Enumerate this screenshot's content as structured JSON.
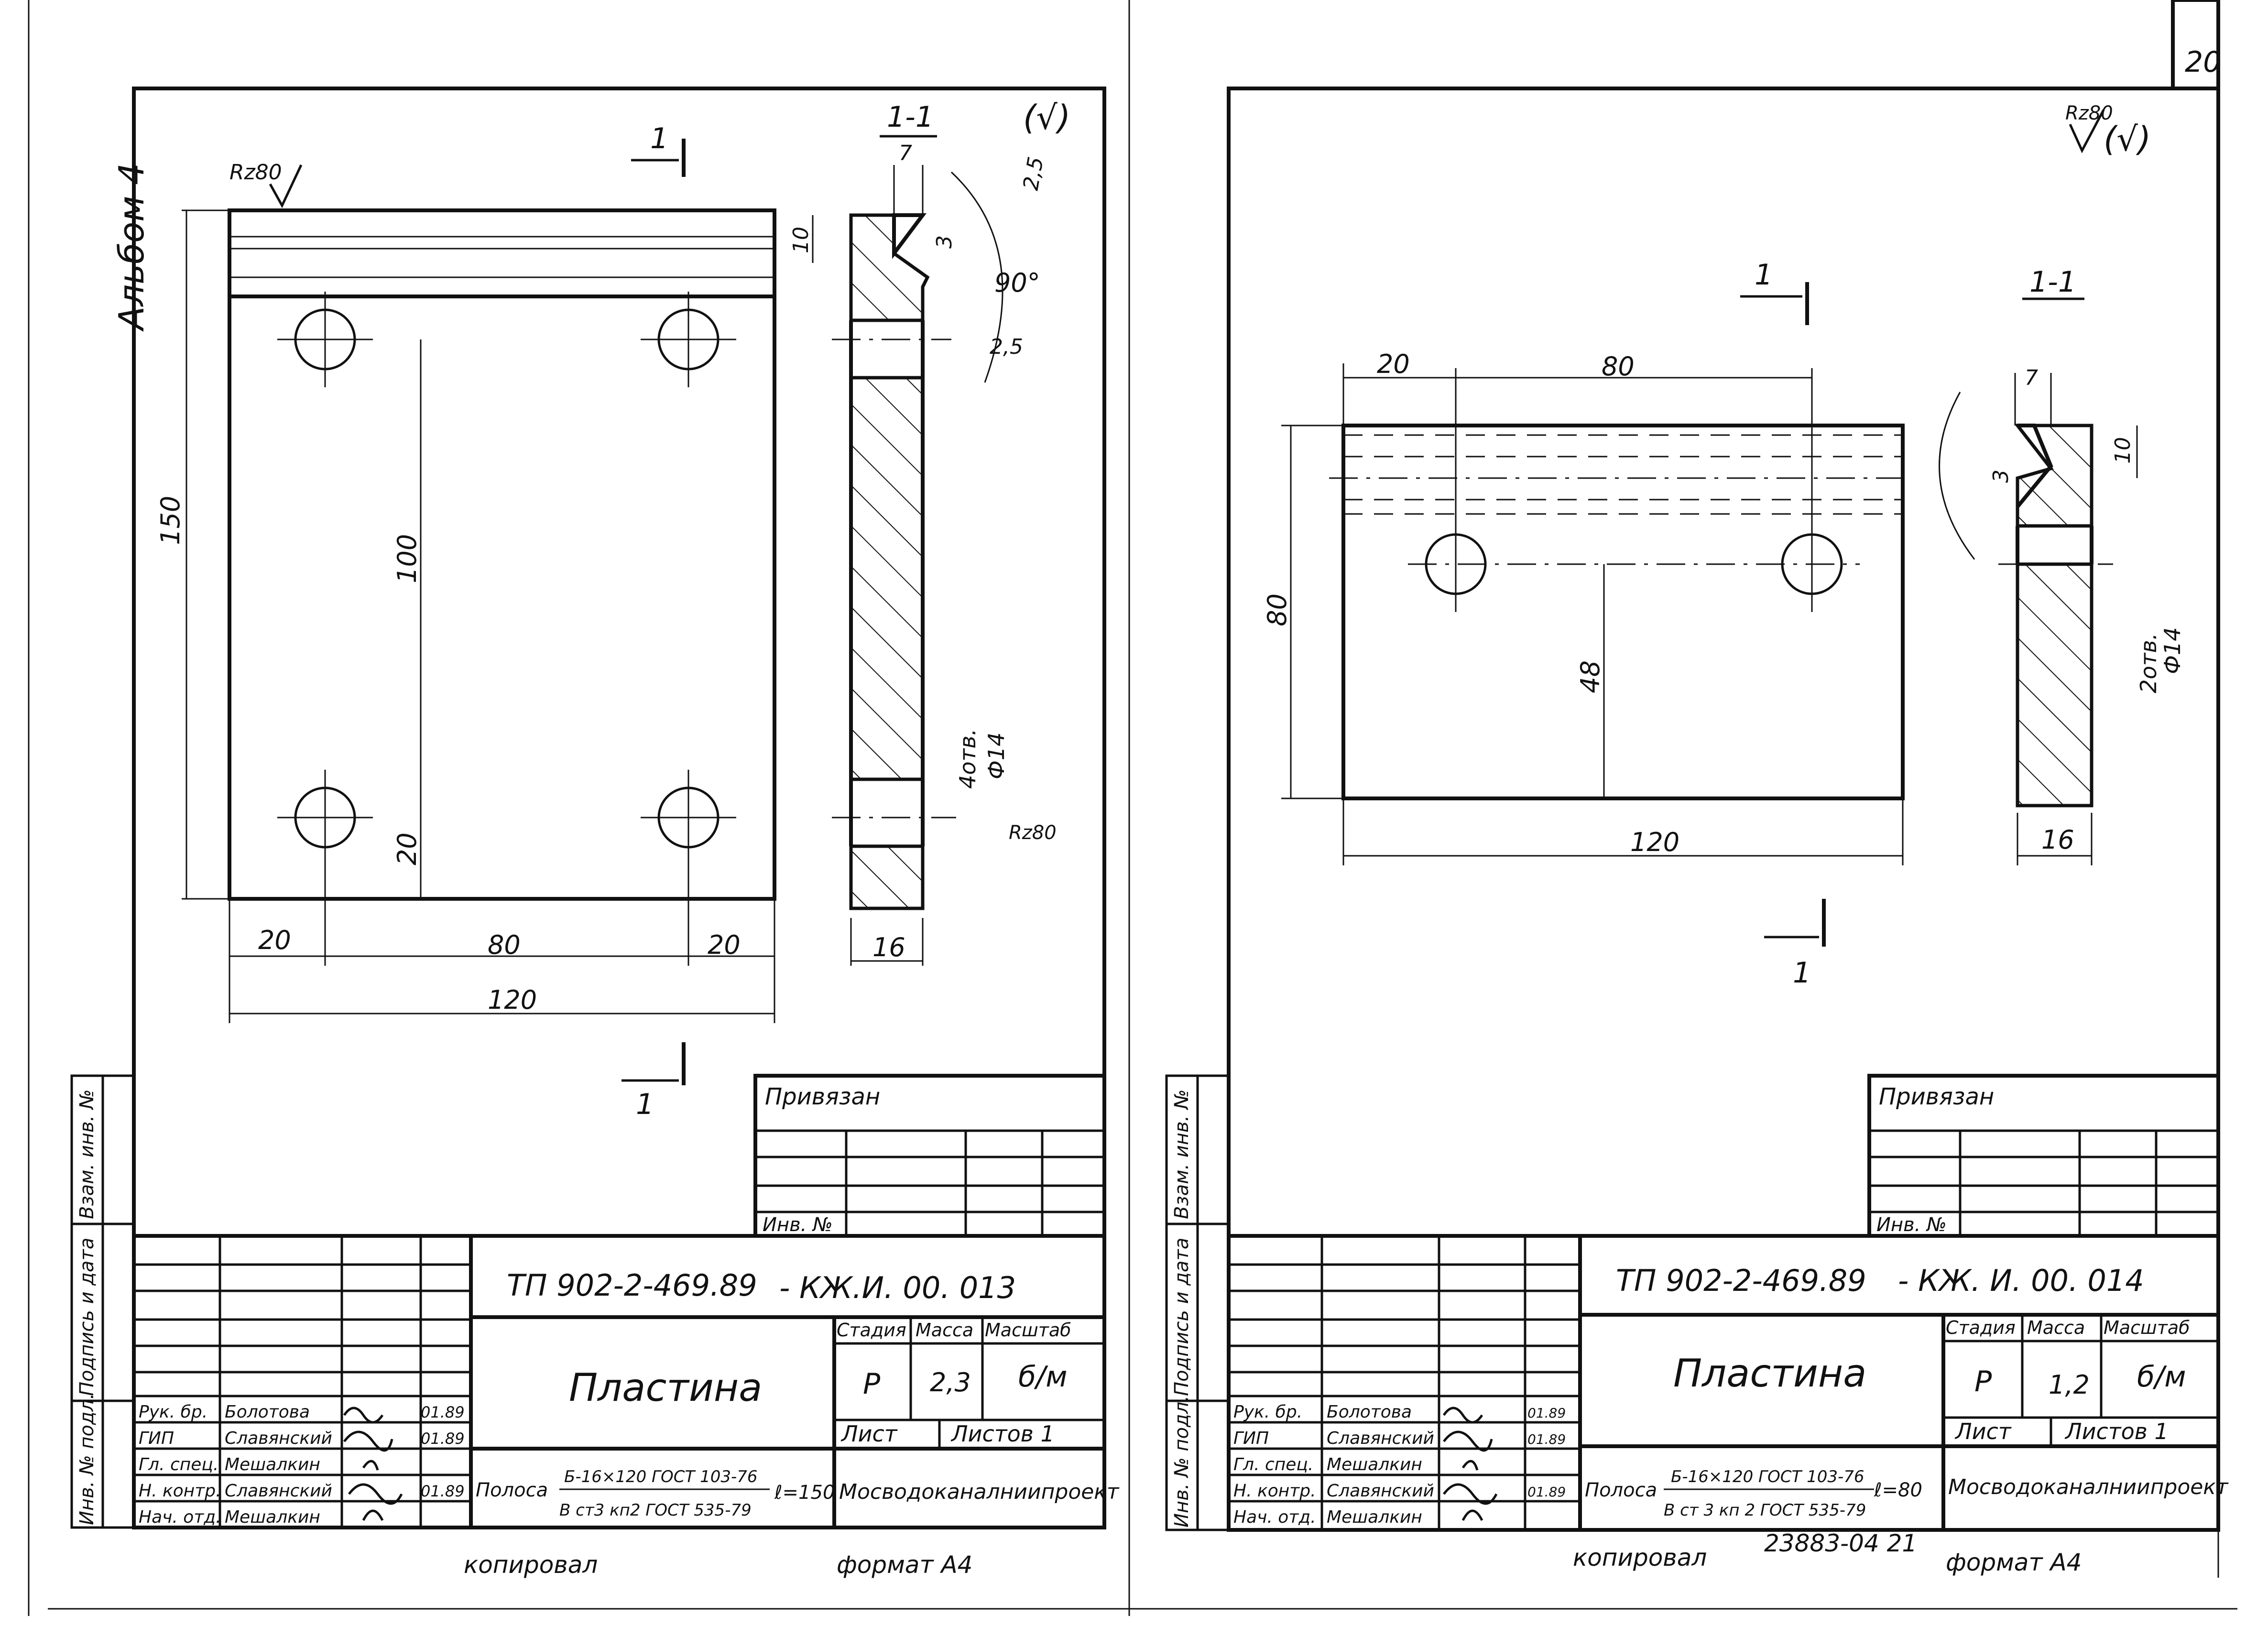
{
  "page_number": "20",
  "album_label": "Альбом 4",
  "copied_by": "копировал",
  "archive_code": "23883-04 21",
  "side_labels": [
    "Инв. № подл.",
    "Подпись и дата",
    "Взам. инв. №"
  ],
  "left": {
    "drawing_code": "ТП 902-2-469.89",
    "sheet_code": "- КЖ.И. 00. 013",
    "title": "Пластина",
    "section_label": "1-1",
    "cut_mark": "1",
    "roughness": "Rz80",
    "roughness_sign": "(√)",
    "stage_header": "Стадия",
    "mass_header": "Масса",
    "scale_header": "Масштаб",
    "stage": "Р",
    "mass": "2,3",
    "scale": "б/м",
    "sheet_label": "Лист",
    "sheets_label": "Листов 1",
    "material_prefix": "Полоса",
    "material_top": "Б-16×120 ГОСТ 103-76",
    "material_bottom": "В ст3 кп2 ГОСТ 535-79",
    "length": "ℓ=150",
    "organization": "Мосводоканалниипроект",
    "bound_label": "Привязан",
    "inv_label": "Инв. №",
    "format": "формат А4",
    "dims": {
      "total_h": "150",
      "hole_spacing": "100",
      "edge": "20",
      "w_left": "20",
      "w_mid": "80",
      "w_right": "20",
      "total_w": "120",
      "groove_w": "7",
      "groove_d": "10",
      "groove_h": "3",
      "chamfer_a": "2,5",
      "chamfer_b": "2,5",
      "angle": "90°",
      "thick": "16",
      "holes": "4отв.",
      "hole_d": "Ф14"
    },
    "signatures": [
      {
        "role": "Рук. бр.",
        "name": "Болотова",
        "date": "01.89"
      },
      {
        "role": "ГИП",
        "name": "Славянский",
        "date": "01.89"
      },
      {
        "role": "Гл. спец.",
        "name": "Мешалкин",
        "date": ""
      },
      {
        "role": "Н. контр.",
        "name": "Славянский",
        "date": "01.89"
      },
      {
        "role": "Нач. отд.",
        "name": "Мешалкин",
        "date": ""
      }
    ]
  },
  "right": {
    "drawing_code": "ТП 902-2-469.89",
    "sheet_code": "- КЖ. И. 00. 014",
    "title": "Пластина",
    "section_label": "1-1",
    "cut_mark": "1",
    "roughness": "Rz80",
    "roughness_sign": "(√)",
    "stage_header": "Стадия",
    "mass_header": "Масса",
    "scale_header": "Масштаб",
    "stage": "Р",
    "mass": "1,2",
    "scale": "б/м",
    "sheet_label": "Лист",
    "sheets_label": "Листов 1",
    "material_prefix": "Полоса",
    "material_top": "Б-16×120 ГОСТ 103-76",
    "material_bottom": "В ст 3 кп 2 ГОСТ 535-79",
    "length": "ℓ=80",
    "organization": "Мосводоканалниипроект",
    "bound_label": "Привязан",
    "inv_label": "Инв. №",
    "format": "формат А4",
    "dims": {
      "edge": "20",
      "span": "80",
      "total_h": "80",
      "hole_height": "48",
      "total_w": "120",
      "groove_w": "7",
      "groove_d": "10",
      "groove_h": "3",
      "thick": "16",
      "holes": "2отв.",
      "hole_d": "Ф14"
    },
    "signatures": [
      {
        "role": "Рук. бр.",
        "name": "Болотова",
        "date": "01.89"
      },
      {
        "role": "ГИП",
        "name": "Славянский",
        "date": "01.89"
      },
      {
        "role": "Гл. спец.",
        "name": "Мешалкин",
        "date": ""
      },
      {
        "role": "Н. контр.",
        "name": "Славянский",
        "date": "01.89"
      },
      {
        "role": "Нач. отд.",
        "name": "Мешалкин",
        "date": ""
      }
    ]
  }
}
